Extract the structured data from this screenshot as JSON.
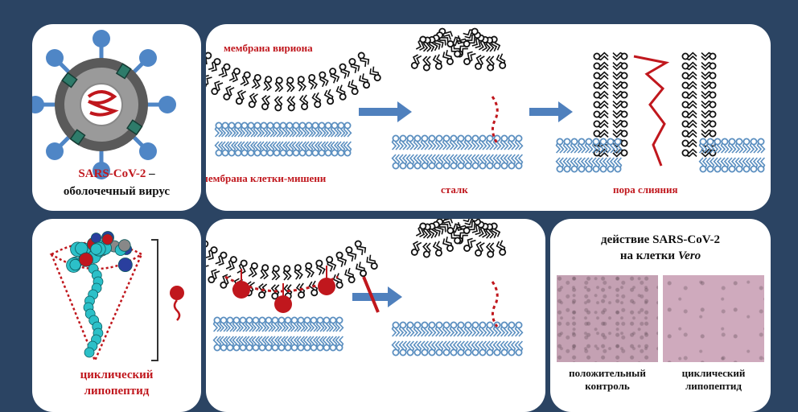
{
  "virus_panel": {
    "name_line": "SARS-CoV-2",
    "dash": " –",
    "subtitle": "оболочечный вирус"
  },
  "fusion_panel": {
    "virion_membrane": "мембрана вириона",
    "target_membrane": "мембрана клетки-мишени",
    "stalk": "сталк",
    "fusion_pore": "пора слияния"
  },
  "lipopeptide_panel": {
    "label_line1": "циклический",
    "label_line2": "липопептид"
  },
  "vero_panel": {
    "title_line1": "действие SARS-CoV-2",
    "title_line2_prefix": "на клетки ",
    "title_line2_italic": "Vero",
    "left_caption_line1": "положительный",
    "left_caption_line2": "контроль",
    "right_caption_line1": "циклический",
    "right_caption_line2": "липопептид"
  },
  "colors": {
    "background": "#2b4463",
    "accent_red": "#c0171d",
    "lipid_blue": "#5b8fc0",
    "lipid_black": "#111111",
    "spike_blue": "#4f86c6",
    "arrow_blue": "#4f80bd"
  }
}
